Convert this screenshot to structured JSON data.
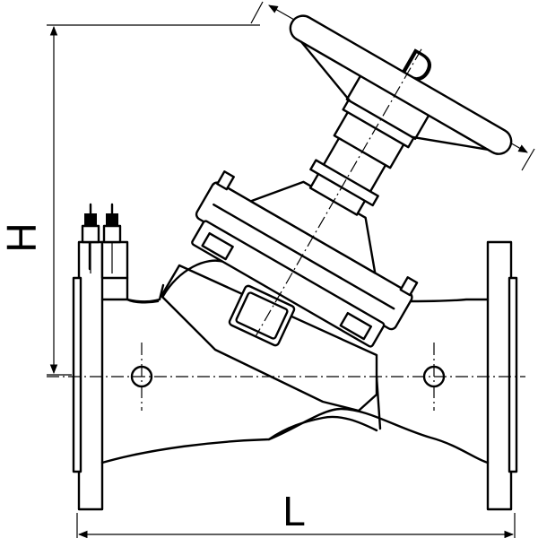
{
  "diagram": {
    "dimensions": {
      "height_label": "H",
      "diameter_label": "D",
      "length_label": "L"
    }
  }
}
